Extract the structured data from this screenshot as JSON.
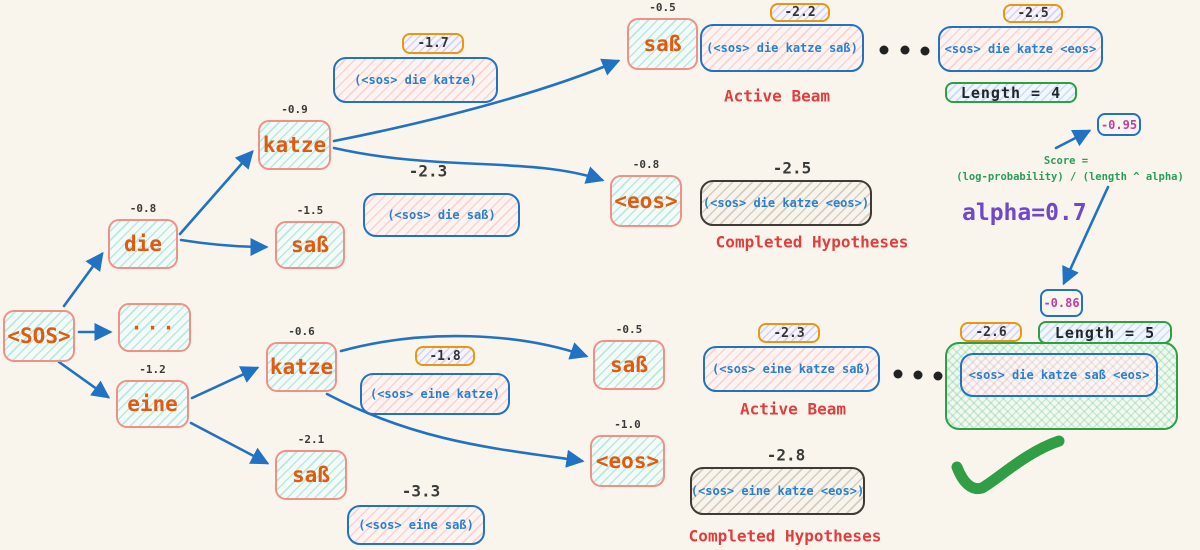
{
  "title": "beam-search-decoding-diagram",
  "colors": {
    "background": "#f9f5ec",
    "arrow_blue": "#2272c4",
    "node_border_salmon": "#f19086",
    "node_text_orange": "#e2590f",
    "hypothesis_text_blue": "#2980d0",
    "score_box_border_orange": "#e8980f",
    "completed_border_dark": "#3f3a36",
    "green_accent": "#2f9e44",
    "formula_green": "#2a9d5c",
    "alpha_purple": "#7048c9",
    "normalized_score_magenta": "#bf3fa6",
    "section_label_red": "#e03e3e",
    "plain_score_dark": "#3a3a3a"
  },
  "nodes": [
    {
      "id": "sos",
      "label": "<SOS>",
      "score": ""
    },
    {
      "id": "die",
      "label": "die",
      "score": "-0.8"
    },
    {
      "id": "sab1",
      "label": "saß",
      "score": "-1.5"
    },
    {
      "id": "dots",
      "label": "···",
      "score": ""
    },
    {
      "id": "eine",
      "label": "eine",
      "score": "-1.2"
    },
    {
      "id": "katze1",
      "label": "katze",
      "score": "-0.9"
    },
    {
      "id": "katze2",
      "label": "katze",
      "score": "-0.6"
    },
    {
      "id": "sab2",
      "label": "saß",
      "score": "-0.5"
    },
    {
      "id": "eos1",
      "label": "<eos>",
      "score": "-0.8"
    },
    {
      "id": "sab3",
      "label": "saß",
      "score": "-2.1"
    },
    {
      "id": "sab4",
      "label": "saß",
      "score": "-0.5"
    },
    {
      "id": "eos2",
      "label": "<eos>",
      "score": "-1.0"
    }
  ],
  "boxes": [
    {
      "id": "b1",
      "text": "(<sos> die katze)",
      "score": "-1.7",
      "score_boxed": true,
      "variant": "blue"
    },
    {
      "id": "b2",
      "text": "(<sos> die saß)",
      "score": "-2.3",
      "score_boxed": false,
      "variant": "blue"
    },
    {
      "id": "b3",
      "text": "(<sos> die katze saß)",
      "score": "-2.2",
      "score_boxed": true,
      "variant": "blue"
    },
    {
      "id": "b4",
      "text": "<sos> die katze <eos>",
      "score": "-2.5",
      "score_boxed": true,
      "variant": "blue"
    },
    {
      "id": "b5",
      "text": "(<sos> die katze <eos>)",
      "score": "-2.5",
      "score_boxed": false,
      "variant": "completed"
    },
    {
      "id": "b6",
      "text": "(<sos> eine katze)",
      "score": "-1.8",
      "score_boxed": true,
      "variant": "blue"
    },
    {
      "id": "b7",
      "text": "(<sos> eine saß)",
      "score": "-3.3",
      "score_boxed": false,
      "variant": "blue"
    },
    {
      "id": "b8",
      "text": "(<sos> eine katze saß)",
      "score": "-2.3",
      "score_boxed": true,
      "variant": "blue"
    },
    {
      "id": "b9",
      "text": "(<sos> eine katze <eos>)",
      "score": "-2.8",
      "score_boxed": false,
      "variant": "completed"
    },
    {
      "id": "b10",
      "text": "<sos> die katze saß <eos>",
      "score": "-2.6",
      "score_boxed": true,
      "variant": "final-inner"
    }
  ],
  "labels": {
    "active_beam_top": "Active Beam",
    "completed_top": "Completed Hypotheses",
    "active_beam_bottom": "Active Beam",
    "completed_bottom": "Completed Hypotheses",
    "length_top": "Length = 4",
    "length_bottom": "Length = 5",
    "alpha": "alpha=0.7",
    "score_formula_line1": "Score =",
    "score_formula_line2": "(log-probability) / (length ^ alpha)",
    "normalized_score_top": "-0.95",
    "normalized_score_bottom": "-0.86"
  }
}
